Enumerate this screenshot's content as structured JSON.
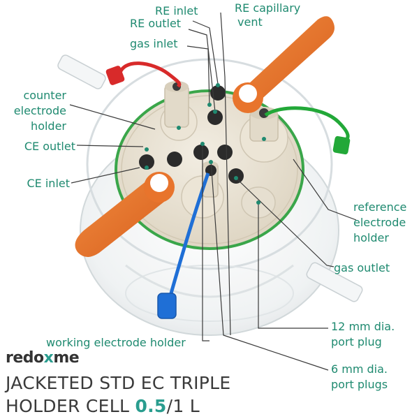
{
  "labels": {
    "re_inlet": "RE inlet",
    "re_outlet": "RE outlet",
    "re_capillary_1": "RE capillary",
    "re_capillary_2": "vent",
    "gas_inlet": "gas inlet",
    "counter_1": "counter",
    "counter_2": "electrode",
    "counter_3": "holder",
    "ce_outlet": "CE outlet",
    "ce_inlet": "CE inlet",
    "reference_1": "reference",
    "reference_2": "electrode",
    "reference_3": "holder",
    "gas_outlet": "gas outlet",
    "port12_1": "12 mm dia.",
    "port12_2": "port plug",
    "port6_1": "6 mm dia.",
    "port6_2": "port plugs",
    "working": "working electrode holder"
  },
  "brand": {
    "part1": "redo",
    "part2": "x",
    "part3": "me"
  },
  "title": {
    "line1": "JACKETED STD EC TRIPLE",
    "line2_prefix": "HOLDER CELL ",
    "line2_highlight": "0.5",
    "line2_suffix": "/1 L"
  },
  "colors": {
    "label": "#1f8a70",
    "accent": "#2a9d8f",
    "orange": "#e8742c",
    "red": "#d82a2a",
    "green": "#22a838",
    "blue": "#1f6fd6",
    "lid": "#e9e2d2",
    "gasket": "#3aa64a"
  }
}
